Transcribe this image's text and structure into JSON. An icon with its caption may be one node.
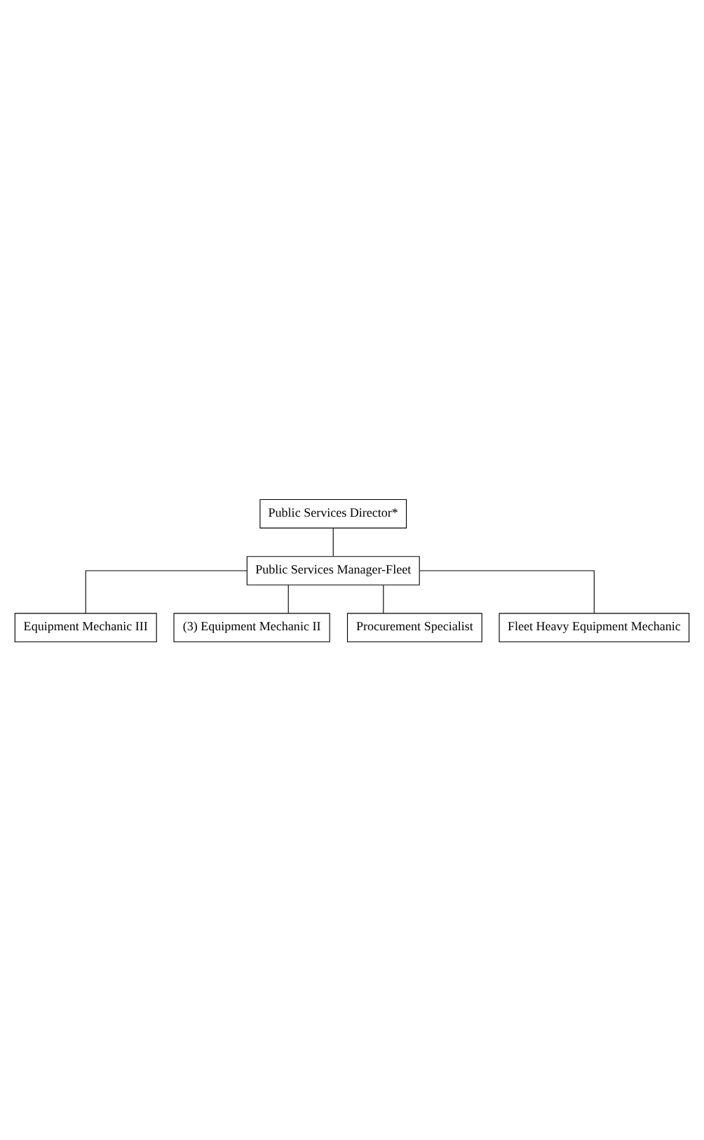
{
  "diagram": {
    "nodes": [
      {
        "text": [
          "Public Services Director*"
        ]
      },
      {
        "text": [
          "Public Services Manager-Fleet"
        ]
      },
      {
        "text": [
          "Equipment Mechanic III"
        ]
      },
      {
        "text": [
          "(3) Equipment Mechanic II"
        ]
      },
      {
        "text": [
          "Procurement Specialist"
        ]
      },
      {
        "text": [
          "Fleet Heavy Equipment Mechanic"
        ]
      }
    ],
    "edges": [
      {
        "from": 0,
        "to": 1,
        "arrow": "none"
      },
      {
        "from": 1,
        "to": 2,
        "arrow": "none"
      },
      {
        "from": 1,
        "to": 3,
        "arrow": "none"
      },
      {
        "from": 1,
        "to": 4,
        "arrow": "none"
      },
      {
        "from": 1,
        "to": 5,
        "arrow": "none"
      }
    ]
  }
}
